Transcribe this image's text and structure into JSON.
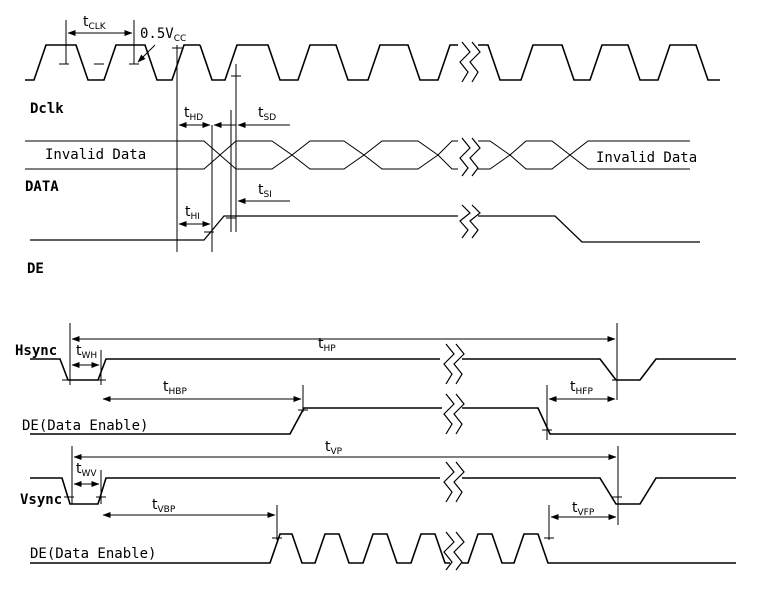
{
  "top_diagram": {
    "signals": {
      "dclk": "Dclk",
      "data": "DATA",
      "de": "DE"
    },
    "data_text_left": "Invalid Data",
    "data_text_right": "Invalid Data",
    "threshold": {
      "main": "0.5V",
      "sub": "CC"
    },
    "timings": {
      "tclk": {
        "t": "t",
        "sub": "CLK"
      },
      "thd": {
        "t": "t",
        "sub": "HD"
      },
      "tsd": {
        "t": "t",
        "sub": "SD"
      },
      "tsi": {
        "t": "t",
        "sub": "SI"
      },
      "thi": {
        "t": "t",
        "sub": "HI"
      }
    }
  },
  "bottom_diagram": {
    "signals": {
      "hsync": "Hsync",
      "de_h": "DE(Data Enable)",
      "vsync": "Vsync",
      "de_v": "DE(Data Enable)"
    },
    "timings": {
      "twh": {
        "t": "t",
        "sub": "WH"
      },
      "thp": {
        "t": "t",
        "sub": "HP"
      },
      "thbp": {
        "t": "t",
        "sub": "HBP"
      },
      "thfp": {
        "t": "t",
        "sub": "HFP"
      },
      "twv": {
        "t": "t",
        "sub": "WV"
      },
      "tvp": {
        "t": "t",
        "sub": "VP"
      },
      "tvbp": {
        "t": "t",
        "sub": "VBP"
      },
      "tvfp": {
        "t": "t",
        "sub": "VFP"
      }
    }
  }
}
